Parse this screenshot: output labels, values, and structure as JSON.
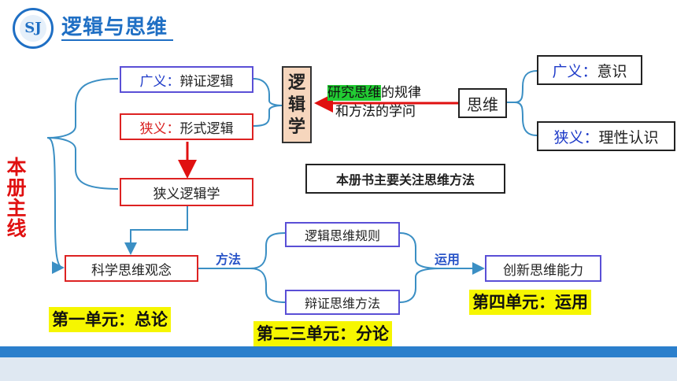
{
  "header": {
    "title": "逻辑与思维"
  },
  "logo": {
    "glyph": "SJ"
  },
  "main_line": "本册主线",
  "logic_box": [
    "逻",
    "辑",
    "学"
  ],
  "left_nodes": {
    "broad": {
      "key": "广义",
      "sep": "：",
      "text": "辩证逻辑"
    },
    "narrow": {
      "key": "狭义",
      "sep": "：",
      "text": "形式逻辑"
    },
    "narrow_logic": "狭义逻辑学",
    "sci_concept": "科学思维观念"
  },
  "definition": {
    "highlight": "研究思维",
    "rest1": "的规律",
    "line2": "和方法的学问"
  },
  "thinking": {
    "label": "思维"
  },
  "right_nodes": {
    "broad": {
      "key": "广义",
      "sep": "：",
      "text": "意识"
    },
    "narrow": {
      "key": "狭义",
      "sep": "：",
      "text": "理性认识"
    }
  },
  "focus_note": "本册书主要关注思维方法",
  "methods": {
    "rules": "逻辑思维规则",
    "dialectic": "辩证思维方法",
    "innovation": "创新思维能力"
  },
  "edge_labels": {
    "method": "方法",
    "apply": "运用"
  },
  "units": {
    "unit1": "第一单元：总论",
    "unit23": "第二三单元：分论",
    "unit4": "第四单元：运用"
  },
  "colors": {
    "accent": "#1f6fc4",
    "red": "#d81e1e",
    "connector": "#3b8fc4",
    "highlight": "#22cc33",
    "unit_bg": "#f6f600"
  }
}
